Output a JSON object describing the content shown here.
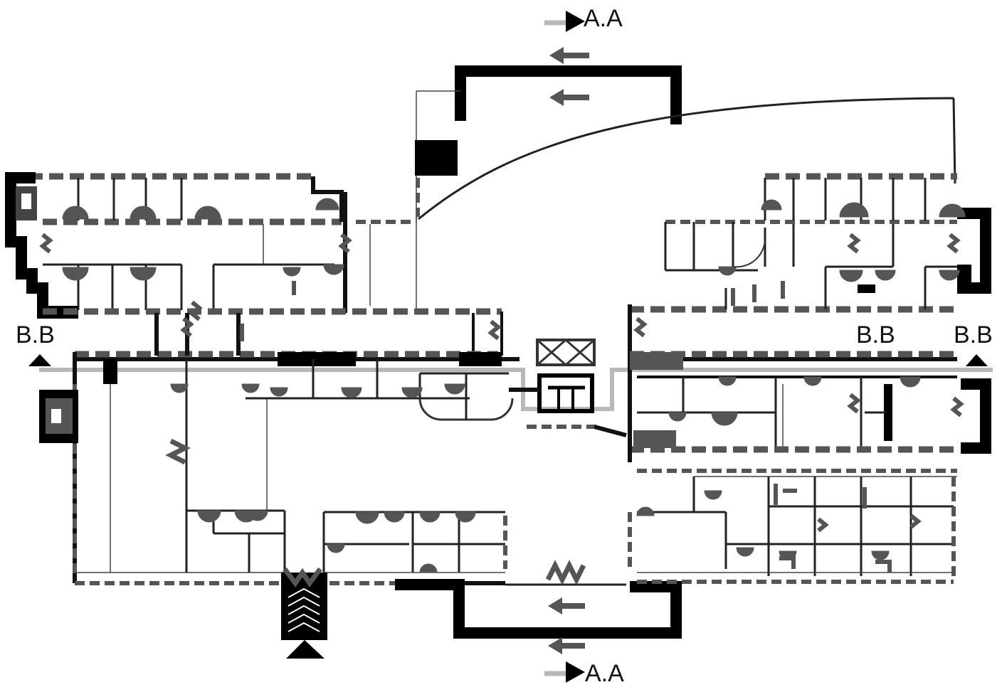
{
  "section_labels": {
    "aa_top": "A.A",
    "aa_bottom": "A.A",
    "bb_left": "B.B",
    "bb_right_inner": "B.B",
    "bb_right_outer": "B.B"
  },
  "colors": {
    "wall": "#000000",
    "dashed_wall": "#555555",
    "section_line": "#b8b8b8",
    "background": "#ffffff"
  },
  "icons": [
    "section-arrow-icon",
    "section-triangle-icon",
    "flow-arrow-icon",
    "door-swing-icon",
    "stair-icon",
    "elevator-icon"
  ]
}
